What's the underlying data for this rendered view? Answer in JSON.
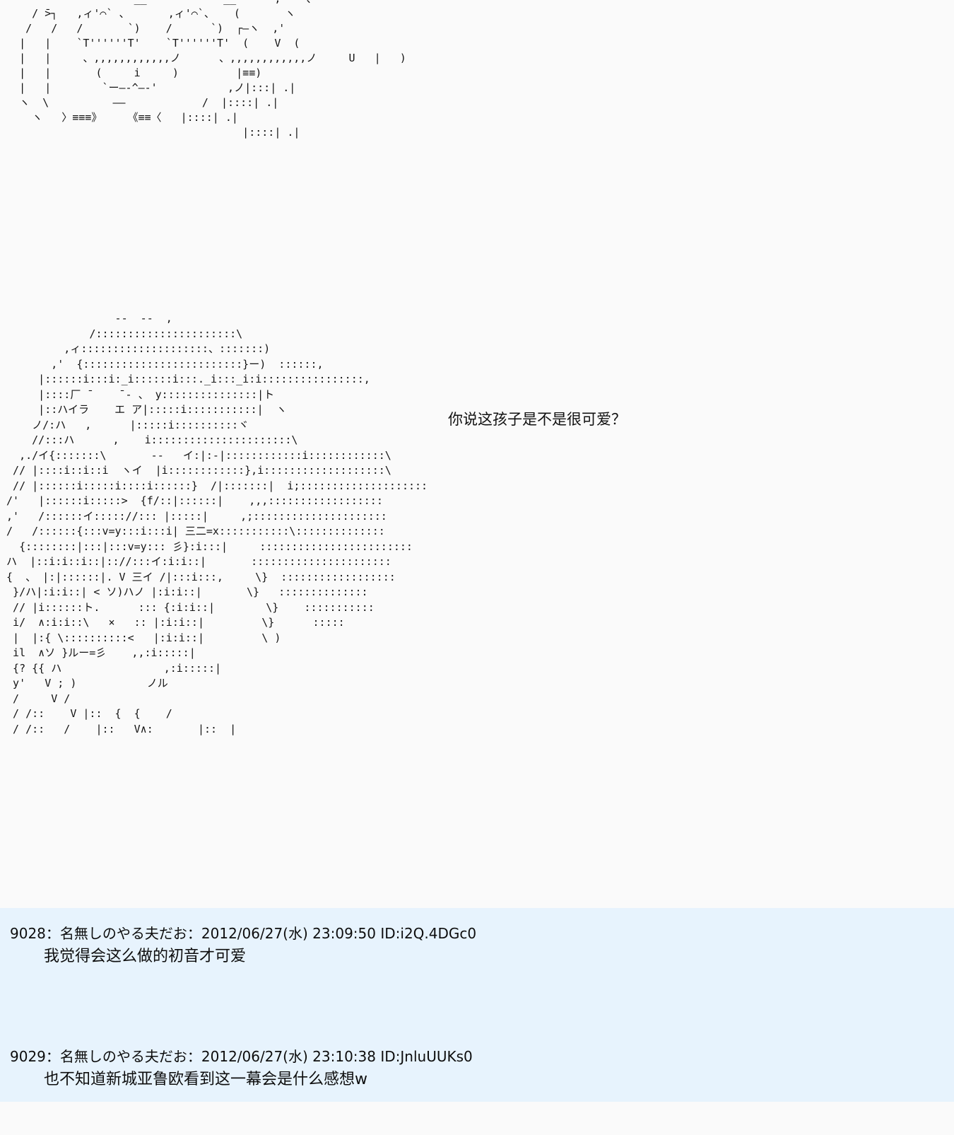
{
  "page": {
    "background_color": "#fafafa",
    "post_block_color": "#e7f3fd"
  },
  "ascii_art": {
    "top_art": "                     __            __      ,―-  、\n     / ̄>┐   ,ィ'⌒` 、      ,ィ'⌒`、   (       ヽ\n    /   /   /       `)    /      `)  ┌―ヽ  ,'\n   |   |    `T''''''T'    `T''''''T'  (    V  (\n   |   |     、,,,,,,,,,,,,ノ      、,,,,,,,,,,,,ノ     U   |   )\n   |   |       (     i     )         |≡≡)\n   |   |        `ー―‐^―‐'           ,ノ|:::| .|\n   ヽ  \\          ――            /  |::::| .|\n     ヽ   〉≡≡≡》    《≡≡〈   |::::| .|\n                                      |::::| .|",
    "main_art": "                  --  --  ,\n              /::::::::::::::::::::::\\\n          ,ィ::::::::::::::::::::、:::::::)\n        ,'  {:::::::::::::::::::::::::}ー)  ::::::,\n      |::::::i:::i:_i::::::i:::._i:::_i:i::::::::::::::::,\n      |::::厂 ̄     ̄ ‐ 、 y:::::::::::::::|ト\n      |::ハイラ    エ ア|:::::i:::::::::::|  ヽ\n     ノ/:ハ   ,      |:::::i::::::::::ヾ\n     //:::ハ      ,    i::::::::::::::::::::::\\\n   ,./イ{:::::::\\       -‐   イ:|:-|::::::::::::i::::::::::::\\\n  // |::::i::i::i  ヽイ  |i::::::::::::},i:::::::::::::::::::\\\n  // |::::::i:::::i::::i::::::}  /|:::::::|  i;::::::::::::::::::::\n /'   |::::::i:::::>  {f/::|::::::|    ,,,::::::::::::::::::\n ,'   /::::::イ::::://::: |:::::|     ,;:::::::::::::::::::::\n /   /::::::{:::v=y:::i:::i| 三二=x:::::::::::\\::::::::::::::\n   {::::::::|:::|:::v=y::: 彡}:i:::|     ::::::::::::::::::::::::\n ハ  |::i:i::i::|:://:::イ:i:i::|       ::::::::::::::::::::::\n {  、 |:|::::::|. V 三イ /|:::i:::,     \\}  ::::::::::::::::::\n  }/ハ|:i:i::| < ソ)ハノ |:i:i::|       \\}   ::::::::::::::\n  // |i::::::ト.      ::: {:i:i::|        \\}    :::::::::::\n  i/  ∧:i:i::\\   ×   :: |:i:i::|         \\}      :::::\n  |  |:{ \\::::::::::<   |:i:i::|         \\ )\n  il  ∧ソ }ルー=彡    ,,:i:::::|\n  {? {{ ハ                ,:i:::::|\n  y'   V ; )           ノル\n  /     V /\n  / /::    V |::  {  {    /\n  / /::   /    |::   V∧:       |::  |",
    "dialogue": "你说这孩子是不是很可爱？"
  },
  "posts": [
    {
      "number": "9028",
      "separator_1": "：",
      "author": "名無しのやる夫だお",
      "separator_2": "：",
      "date": "2012/06/27(水)",
      "time": "23:09:50",
      "id": "ID:i2Q.4DGc0",
      "body": "我觉得会这么做的初音才可爱"
    },
    {
      "number": "9029",
      "separator_1": "：",
      "author": "名無しのやる夫だお",
      "separator_2": "：",
      "date": "2012/06/27(水)",
      "time": "23:10:38",
      "id": "ID:JnluUUKs0",
      "body": "也不知道新城亚鲁欧看到这一幕会是什么感想w"
    }
  ]
}
